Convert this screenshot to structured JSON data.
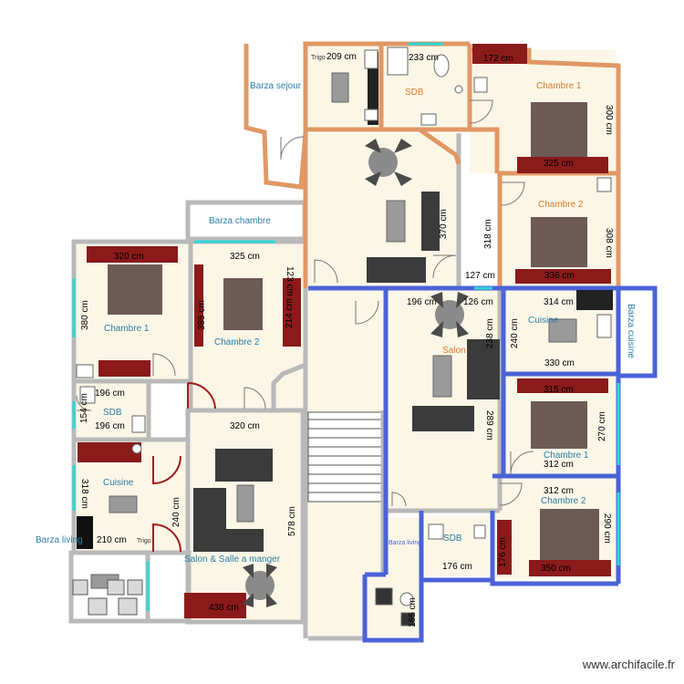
{
  "colors": {
    "wall_gray": "#b9b9b9",
    "wall_orange": "#e09865",
    "wall_blue": "#4a63d8",
    "floor": "#fbf6e6",
    "furniture_red": "#8b1a1a",
    "furniture_dark": "#3b3b3b",
    "label_blue": "#2a7fa8",
    "label_orange": "#d97b2f",
    "window_cyan": "#2fd7d7"
  },
  "rooms": {
    "barza_sejour": "Barza sejour",
    "sdb_top": "SDB",
    "chambre1_top_right": "Chambre 1",
    "chambre2_top_right": "Chambre 2",
    "barza_chambre": "Barza chambre",
    "chambre1_left": "Chambre 1",
    "chambre2_left": "Chambre 2",
    "cuisine_right": "Cuisine",
    "barza_cuisine": "Barza cuisine",
    "salon_center": "Salon",
    "sdb_left": "SDB",
    "cuisine_left": "Cuisine",
    "chambre1_right": "Chambre 1",
    "chambre2_right": "Chambre 2",
    "barza_living_left": "Barza living",
    "barza_living_center": "Barza living",
    "sdb_bottom": "SDB",
    "salon_salle": "Salon & Salle a manger",
    "trigo_top": "Trigo",
    "trigo_bottom": "Trigo"
  },
  "dimensions": {
    "d209": "209 cm",
    "d233": "233 cm",
    "d172": "172 cm",
    "d300": "300 cm",
    "d325a": "325 cm",
    "d370": "370 cm",
    "d318a": "318 cm",
    "d308": "308 cm",
    "d336": "336 cm",
    "d127": "127 cm",
    "d320a": "320 cm",
    "d325b": "325 cm",
    "d123": "123 cm",
    "d380": "380 cm",
    "d385": "385 cm",
    "d214": "214 cm",
    "d196a": "196 cm",
    "d126": "126 cm",
    "d314": "314 cm",
    "d238": "238 cm",
    "d240a": "240 cm",
    "d330": "330 cm",
    "d196b": "196 cm",
    "d154": "154 cm",
    "d196c": "196 cm",
    "d315": "315 cm",
    "d289": "289 cm",
    "d270": "270 cm",
    "d320b": "320 cm",
    "d312a": "312 cm",
    "d318b": "318 cm",
    "d240b": "240 cm",
    "d578": "578 cm",
    "d312b": "312 cm",
    "d210": "210 cm",
    "d176a": "176 cm",
    "d290": "290 cm",
    "d176b": "176 cm",
    "d350": "350 cm",
    "d438": "438 cm",
    "d165": "165 cm"
  },
  "footer": "www.archifacile.fr"
}
